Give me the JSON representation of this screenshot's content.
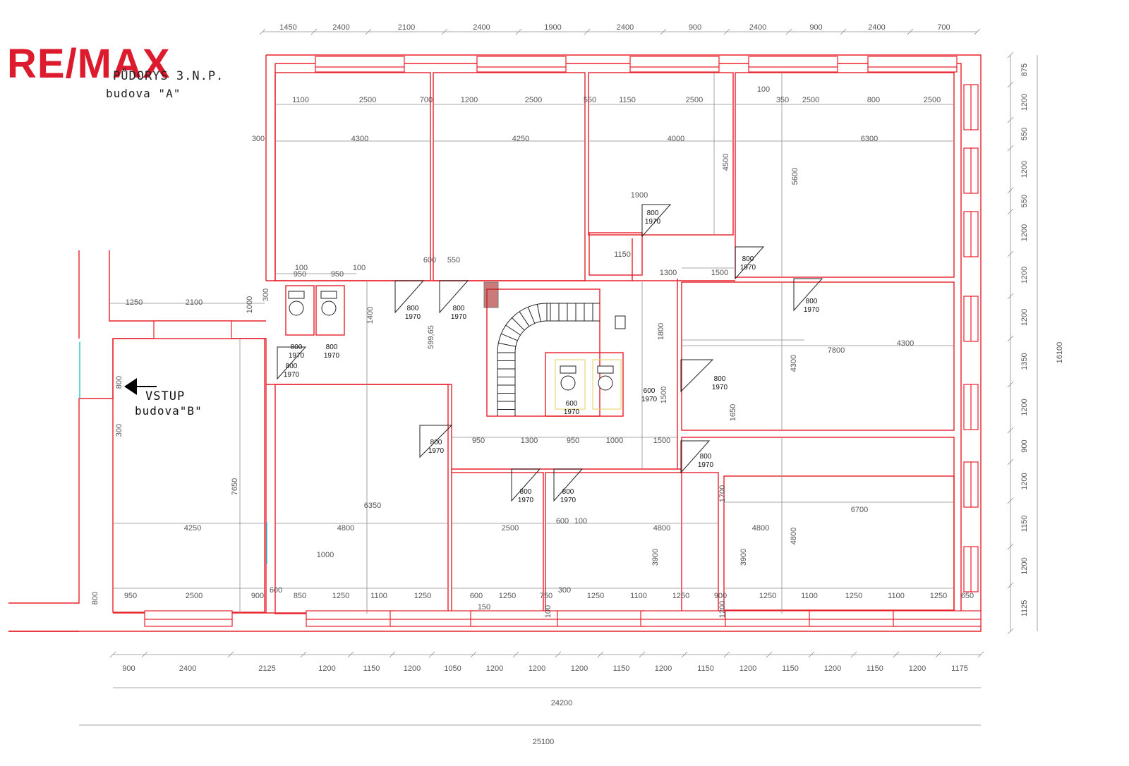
{
  "logo": "RE/MAX",
  "title": "PŮDORYS 3.N.P.",
  "subtitle": "budova \"A\"",
  "entrance": {
    "label": "VSTUP",
    "building": "budova\"B\""
  },
  "colors": {
    "wall": "#e8202a",
    "dim": "#8c8c8c",
    "text": "#555555",
    "logo_red": "#dc1c2e",
    "logo_blue": "#0b3a8c"
  },
  "dims_top": [
    "1450",
    "2400",
    "2100",
    "2400",
    "1900",
    "2400",
    "900",
    "2400",
    "900",
    "2400",
    "700"
  ],
  "dims_bottom": [
    "900",
    "2400",
    "2125",
    "1200",
    "1150",
    "1200",
    "1050",
    "1200",
    "1200",
    "1200",
    "1150",
    "1200",
    "1150",
    "1200",
    "1150",
    "1200",
    "1150",
    "1200",
    "1175"
  ],
  "total_inner": "24200",
  "total_outer": "25100",
  "dims_right": [
    "875",
    "1200",
    "550",
    "1200",
    "550",
    "1200",
    "1200",
    "1200",
    "1350",
    "1200",
    "900",
    "1200",
    "1150",
    "1200",
    "1125"
  ],
  "total_height": "16100",
  "room_dims": [
    "4300",
    "4250",
    "4000",
    "6300",
    "4300",
    "7800",
    "4800",
    "4250",
    "4800",
    "2500",
    "4800",
    "6700",
    "1100",
    "2500",
    "700",
    "1200",
    "2500",
    "550",
    "1150",
    "2500",
    "100",
    "350",
    "2500",
    "800",
    "2500",
    "300",
    "1900",
    "1150",
    "600",
    "550",
    "950",
    "950",
    "100",
    "100",
    "1250",
    "2100",
    "1000",
    "300",
    "1400",
    "599,65",
    "1800",
    "1500",
    "1650",
    "4500",
    "5600",
    "1300",
    "1500",
    "950",
    "1300",
    "950",
    "1000",
    "1500",
    "6350",
    "7650",
    "3900",
    "3900",
    "4800",
    "4300",
    "800",
    "950",
    "2500",
    "900",
    "850",
    "1250",
    "1100",
    "1250",
    "600",
    "1250",
    "750",
    "300",
    "1250",
    "1100",
    "1250",
    "900",
    "1250",
    "1100",
    "1250",
    "1100",
    "1250",
    "650",
    "150",
    "100",
    "1200",
    "1000",
    "1700",
    "800",
    "300",
    "600",
    "600",
    "100"
  ],
  "door_tags": [
    "800",
    "1970",
    "600",
    "1970"
  ]
}
